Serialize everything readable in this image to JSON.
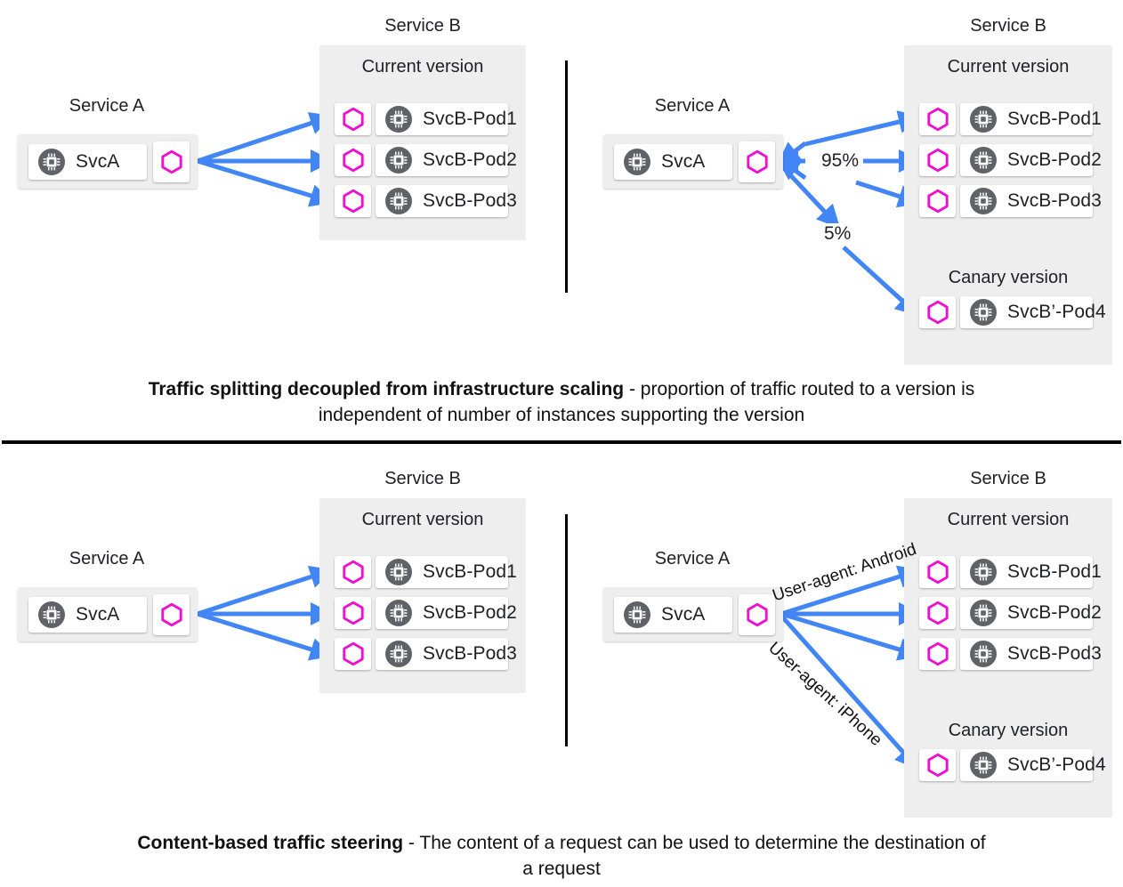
{
  "colors": {
    "arrow_blue": "#4285F4",
    "hexagon_magenta": "#EE10D0",
    "panel_gray": "#EEEEEE",
    "chip_gray": "#5F6368",
    "divider_black": "#000000"
  },
  "icons": {
    "chip": "cpu-chip-icon",
    "hexagon": "envoy-proxy-hexagon-icon"
  },
  "sections": [
    {
      "id": "traffic-splitting",
      "caption_bold": "Traffic splitting decoupled from infrastructure scaling",
      "caption_rest": " - proportion of traffic routed to a version is independent of number of instances supporting the version",
      "left_panel": {
        "service_a_title": "Service A",
        "service_a_pod": "SvcA",
        "service_b_title": "Service B",
        "group_title": "Current version",
        "pods": [
          "SvcB-Pod1",
          "SvcB-Pod2",
          "SvcB-Pod3"
        ]
      },
      "right_panel": {
        "service_a_title": "Service A",
        "service_a_pod": "SvcA",
        "service_b_title": "Service B",
        "current_group_title": "Current version",
        "current_pods": [
          "SvcB-Pod1",
          "SvcB-Pod2",
          "SvcB-Pod3"
        ],
        "canary_group_title": "Canary  version",
        "canary_pods": [
          "SvcB’-Pod4"
        ],
        "edge_labels": [
          "95%",
          "5%"
        ]
      }
    },
    {
      "id": "content-based-steering",
      "caption_bold": "Content-based traffic steering",
      "caption_rest": " - The content of a request can be used to determine the destination of a request",
      "left_panel": {
        "service_a_title": "Service A",
        "service_a_pod": "SvcA",
        "service_b_title": "Service B",
        "group_title": "Current version",
        "pods": [
          "SvcB-Pod1",
          "SvcB-Pod2",
          "SvcB-Pod3"
        ]
      },
      "right_panel": {
        "service_a_title": "Service A",
        "service_a_pod": "SvcA",
        "service_b_title": "Service B",
        "current_group_title": "Current version",
        "current_pods": [
          "SvcB-Pod1",
          "SvcB-Pod2",
          "SvcB-Pod3"
        ],
        "canary_group_title": "Canary  version",
        "canary_pods": [
          "SvcB’-Pod4"
        ],
        "edge_labels": [
          "User-agent: Android",
          "User-agent: iPhone"
        ]
      }
    }
  ]
}
